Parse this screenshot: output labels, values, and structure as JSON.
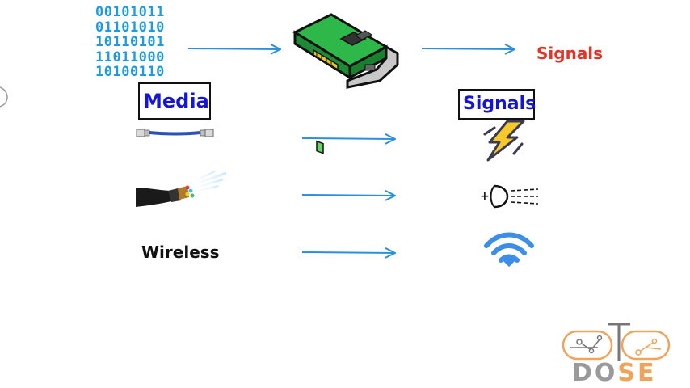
{
  "binary_lines": [
    "00101011",
    "01101010",
    "10110101",
    "11011000",
    "10100110"
  ],
  "labels": {
    "signals_top": "Signals",
    "media": "Media",
    "signals_header": "Signals",
    "wireless": "Wireless"
  },
  "logo": {
    "text_part1": "DO",
    "text_part2": "SE"
  },
  "colors": {
    "arrow": "#2a8fe0",
    "binary": "#1e9be0",
    "signals_red": "#e53325",
    "boxed_text": "#1515d8",
    "logo_orange": "#f0a45a",
    "logo_gray": "#9a9a9a"
  },
  "icons": [
    "network-card-icon",
    "ethernet-cable-icon",
    "fiber-optic-cable-icon",
    "lightning-bolt-icon",
    "laser-light-icon",
    "wifi-icon",
    "logo-circuit-icon"
  ]
}
